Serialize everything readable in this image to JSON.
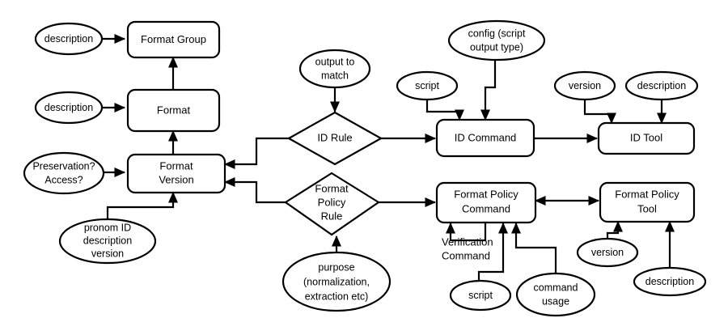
{
  "diagram": {
    "title": "Format / Format Policy entity relationship diagram",
    "stroke_color": "#000000",
    "fill_color": "#ffffff",
    "background": "#ffffff",
    "entities": [
      {
        "id": "format-group",
        "label": "Format Group",
        "shape": "rounded-rect"
      },
      {
        "id": "format",
        "label": "Format",
        "shape": "rounded-rect"
      },
      {
        "id": "format-version",
        "label_line1": "Format",
        "label_line2": "Version",
        "shape": "rounded-rect"
      },
      {
        "id": "id-command",
        "label": "ID Command",
        "shape": "rounded-rect"
      },
      {
        "id": "id-tool",
        "label": "ID Tool",
        "shape": "rounded-rect"
      },
      {
        "id": "format-policy-command",
        "label_line1": "Format Policy",
        "label_line2": "Command",
        "shape": "rounded-rect"
      },
      {
        "id": "format-policy-tool",
        "label_line1": "Format Policy",
        "label_line2": "Tool",
        "shape": "rounded-rect"
      }
    ],
    "rules": [
      {
        "id": "id-rule",
        "label": "ID Rule",
        "shape": "diamond"
      },
      {
        "id": "format-policy-rule",
        "label_line1": "Format",
        "label_line2": "Policy",
        "label_line3": "Rule",
        "shape": "diamond"
      }
    ],
    "attributes": [
      {
        "id": "desc-format-group",
        "label": "description",
        "shape": "ellipse"
      },
      {
        "id": "desc-format",
        "label": "description",
        "shape": "ellipse"
      },
      {
        "id": "preservation-access",
        "label_line1": "Preservation?",
        "label_line2": "Access?",
        "shape": "ellipse"
      },
      {
        "id": "pronom-id",
        "label_line1": "pronom ID",
        "label_line2": "description",
        "label_line3": "version",
        "shape": "ellipse"
      },
      {
        "id": "output-to-match",
        "label_line1": "output to",
        "label_line2": "match",
        "shape": "ellipse"
      },
      {
        "id": "config-script-output",
        "label_line1": "config (script",
        "label_line2": "output type)",
        "shape": "ellipse"
      },
      {
        "id": "script-id-command",
        "label": "script",
        "shape": "ellipse"
      },
      {
        "id": "version-id-tool",
        "label": "version",
        "shape": "ellipse"
      },
      {
        "id": "description-id-tool",
        "label": "description",
        "shape": "ellipse"
      },
      {
        "id": "purpose",
        "label_line1": "purpose",
        "label_line2": "(normalization,",
        "label_line3": "extraction etc)",
        "shape": "ellipse"
      },
      {
        "id": "script-fp-command",
        "label": "script",
        "shape": "ellipse"
      },
      {
        "id": "command-usage",
        "label_line1": "command",
        "label_line2": "usage",
        "shape": "ellipse"
      },
      {
        "id": "version-fp-tool",
        "label": "version",
        "shape": "ellipse"
      },
      {
        "id": "description-fp-tool",
        "label": "description",
        "shape": "ellipse"
      }
    ],
    "free_labels": [
      {
        "id": "verification-command",
        "label_line1": "Verification",
        "label_line2": "Command"
      }
    ]
  }
}
